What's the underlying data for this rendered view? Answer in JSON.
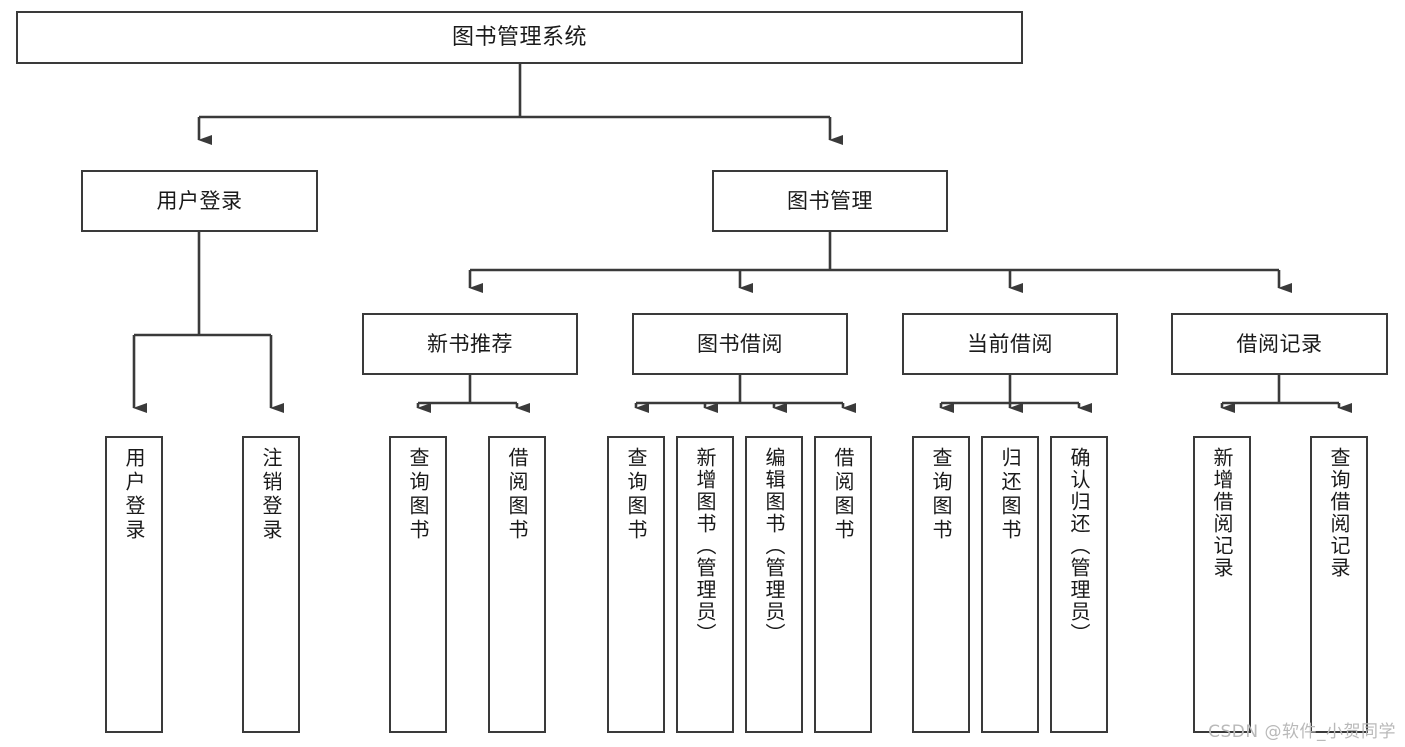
{
  "diagram": {
    "type": "tree-hierarchy-chart",
    "title": "图书管理系统",
    "root": {
      "label": "图书管理系统",
      "name": "node-root-system"
    },
    "level2": [
      {
        "label": "用户登录",
        "name": "node-user-login",
        "children": [
          {
            "label": "用户登录",
            "name": "leaf-user-login"
          },
          {
            "label": "注销登录",
            "name": "leaf-user-logout"
          }
        ]
      },
      {
        "label": "图书管理",
        "name": "node-book-management",
        "groups": [
          {
            "label": "新书推荐",
            "name": "node-new-book-recommend",
            "children": [
              {
                "label": "查询图书",
                "name": "leaf-query-book-1"
              },
              {
                "label": "借阅图书",
                "name": "leaf-borrow-book-1"
              }
            ]
          },
          {
            "label": "图书借阅",
            "name": "node-book-borrow",
            "children": [
              {
                "label": "查询图书",
                "name": "leaf-query-book-2"
              },
              {
                "label": "新增图书（管理员）",
                "name": "leaf-add-book-admin"
              },
              {
                "label": "编辑图书（管理员）",
                "name": "leaf-edit-book-admin"
              },
              {
                "label": "借阅图书",
                "name": "leaf-borrow-book-2"
              }
            ]
          },
          {
            "label": "当前借阅",
            "name": "node-current-borrow",
            "children": [
              {
                "label": "查询图书",
                "name": "leaf-query-book-3"
              },
              {
                "label": "归还图书",
                "name": "leaf-return-book"
              },
              {
                "label": "确认归还（管理员）",
                "name": "leaf-confirm-return-admin"
              }
            ]
          },
          {
            "label": "借阅记录",
            "name": "node-borrow-record",
            "children": [
              {
                "label": "新增借阅记录",
                "name": "leaf-add-borrow-record"
              },
              {
                "label": "查询借阅记录",
                "name": "leaf-query-borrow-record"
              }
            ]
          }
        ]
      }
    ]
  },
  "watermark": {
    "text": "CSDN @软件_小贺同学"
  },
  "colors": {
    "border": "#3a3a3a",
    "background": "#ffffff",
    "text": "#1a1a1a",
    "watermark": "#b9b9b9"
  }
}
